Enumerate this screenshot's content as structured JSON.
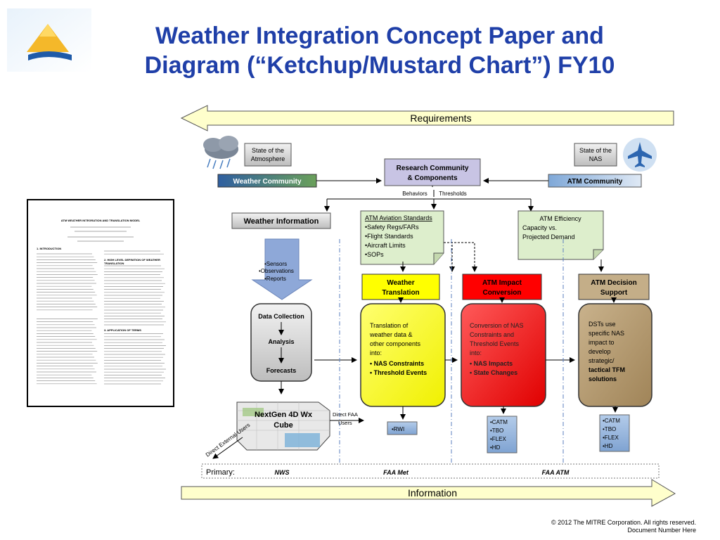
{
  "slide": {
    "title_line1": "Weather Integration Concept Paper and",
    "title_line2": "Diagram (“Ketchup/Mustard Chart”) FY10"
  },
  "diagram": {
    "requirements_label": "Requirements",
    "information_label": "Information",
    "state_atmosphere": [
      "State of the",
      "Atmosphere"
    ],
    "state_nas": [
      "State of the",
      "NAS"
    ],
    "weather_community": "Weather Community",
    "atm_community": "ATM Community",
    "research_community": [
      "Research Community",
      "& Components"
    ],
    "behaviors": "Behaviors",
    "thresholds": "Thresholds",
    "weather_information": "Weather Information",
    "atm_aviation_standards": {
      "title": "ATM Aviation Standards",
      "items": [
        "•Safety Regs/FARs",
        "•Flight Standards",
        "•Aircraft Limits",
        "•SOPs"
      ]
    },
    "atm_efficiency": [
      "ATM Efficiency",
      "Capacity vs.",
      "Projected Demand"
    ],
    "sensors_list": [
      "•Sensors",
      "•Observations",
      "•Reports"
    ],
    "process": [
      "Data Collection",
      "Analysis",
      "Forecasts"
    ],
    "weather_translation": [
      "Weather",
      "Translation"
    ],
    "atm_impact_conversion": [
      "ATM Impact",
      "Conversion"
    ],
    "atm_decision_support": [
      "ATM Decision",
      "Support"
    ],
    "translation_text": [
      "Translation of",
      "weather data &",
      "other components",
      "into:",
      "• NAS Constraints",
      "• Threshold Events"
    ],
    "conversion_text": [
      "Conversion of NAS",
      "Constraints and",
      "Threshold Events",
      "into:",
      "• NAS Impacts",
      "• State Changes"
    ],
    "dst_text": [
      "DSTs use",
      "specific NAS",
      "impact to",
      "develop",
      "strategic/",
      "tactical TFM",
      "solutions"
    ],
    "nextgen_cube": [
      "NextGen 4D Wx",
      "Cube"
    ],
    "direct_faa": [
      "Direct FAA",
      "Users"
    ],
    "direct_external": "Direct External Users",
    "rwi": "•RWI",
    "impact_tags": [
      "•CATM",
      "•TBO",
      "•FLEX",
      "•HD"
    ],
    "decision_tags": [
      "•CATM",
      "•TBO",
      "•FLEX",
      "•HD"
    ],
    "primary_label": "Primary:",
    "primary_nws": "NWS",
    "primary_faa_met": "FAA Met",
    "primary_faa_atm": "FAA ATM"
  },
  "paper": {
    "title": "ATM WEATHER INTEGRATION AND TRANSLATION MODEL",
    "section1": "1. INTRODUCTION",
    "section2": "2. HIGH LEVEL DEFINITION OF WEATHER TRANSLATION",
    "section3": "3. APPLICATION OF TERMS"
  },
  "footer": {
    "copyright": "© 2012 The MITRE Corporation. All rights reserved.",
    "doc_number": "Document Number Here"
  },
  "colors": {
    "title": "#1f3fa8",
    "weather_translation": "#ffff00",
    "atm_impact": "#ff0000",
    "atm_decision": "#a8916a",
    "note_green": "#ddeecc",
    "research_lilac": "#c8c4e4",
    "tag_blue": "#8fb0d8"
  }
}
